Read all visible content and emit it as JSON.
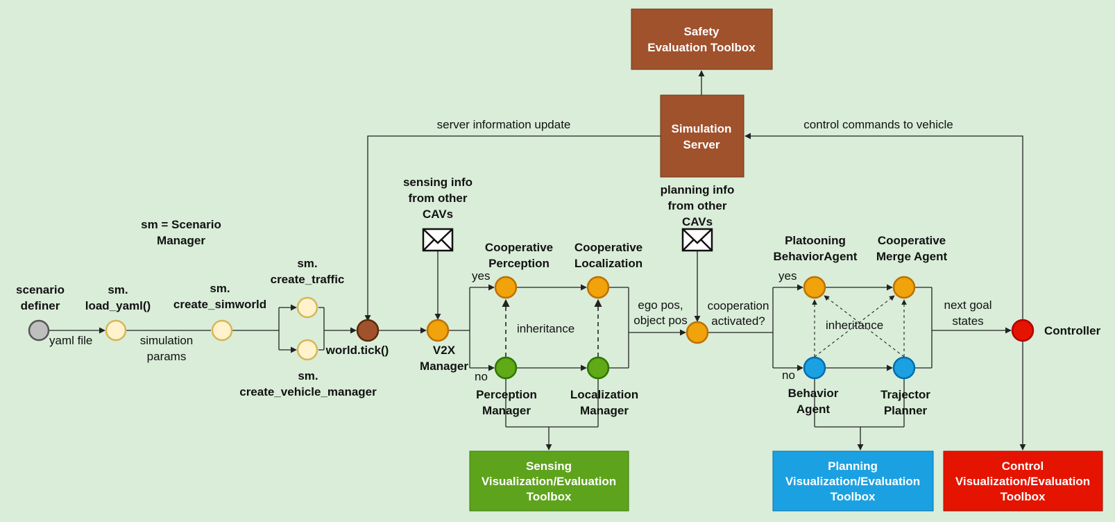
{
  "colors": {
    "background": "#d9edd9",
    "brown_box": "#a0522d",
    "green_box": "#5ea31c",
    "blue_box": "#1ba1e2",
    "red_box": "#e51400",
    "node_yellow": "#fff2cc",
    "node_orange": "#f0a30a",
    "node_green": "#60a917",
    "node_blue": "#1ba1e2",
    "node_red": "#e51400",
    "node_brown": "#a0522d",
    "node_gray": "#bfbfbf"
  },
  "boxes": {
    "safety": [
      "Safety",
      "Evaluation Toolbox"
    ],
    "sim_server": [
      "Simulation",
      "Server"
    ],
    "sensing": [
      "Sensing",
      "Visualization/Evaluation",
      "Toolbox"
    ],
    "planning": [
      "Planning",
      "Visualization/Evaluation",
      "Toolbox"
    ],
    "control": [
      "Control",
      "Visualization/Evaluation",
      "Toolbox"
    ]
  },
  "labels": {
    "sm_def": [
      "sm = Scenario",
      "Manager"
    ],
    "scenario_definer": [
      "scenario",
      "definer"
    ],
    "load_yaml": [
      "sm.",
      "load_yaml()"
    ],
    "create_simworld": [
      "sm.",
      "create_simworld"
    ],
    "create_traffic": [
      "sm.",
      "create_traffic"
    ],
    "create_vehicle_manager": [
      "sm.",
      "create_vehicle_manager"
    ],
    "world_tick": "world.tick()",
    "v2x_manager": [
      "V2X",
      "Manager"
    ],
    "sensing_info": [
      "sensing info",
      "from other",
      "CAVs"
    ],
    "planning_info": [
      "planning info",
      "from other",
      "CAVs"
    ],
    "coop_perception": [
      "Cooperative",
      "Perception"
    ],
    "coop_localization": [
      "Cooperative",
      "Localization"
    ],
    "perception_manager": [
      "Perception",
      "Manager"
    ],
    "localization_manager": [
      "Localization",
      "Manager"
    ],
    "platooning": [
      "Platooning",
      "BehaviorAgent"
    ],
    "coop_merge": [
      "Cooperative",
      "Merge Agent"
    ],
    "behavior_agent": [
      "Behavior",
      "Agent"
    ],
    "trajector_planner": [
      "Trajector",
      "Planner"
    ],
    "controller": "Controller"
  },
  "edge_labels": {
    "yaml_file": "yaml file",
    "simulation_params": [
      "simulation",
      "params"
    ],
    "server_info_update": "server information update",
    "control_commands": "control commands to vehicle",
    "yes1": "yes",
    "no1": "no",
    "yes2": "yes",
    "no2": "no",
    "inheritance1": "inheritance",
    "inheritance2": "inheritance",
    "ego_pos": [
      "ego pos,",
      "object pos"
    ],
    "cooperation": [
      "cooperation",
      "activated?"
    ],
    "next_goal": [
      "next goal",
      "states"
    ]
  },
  "icons": [
    "envelope-icon",
    "envelope-icon"
  ]
}
